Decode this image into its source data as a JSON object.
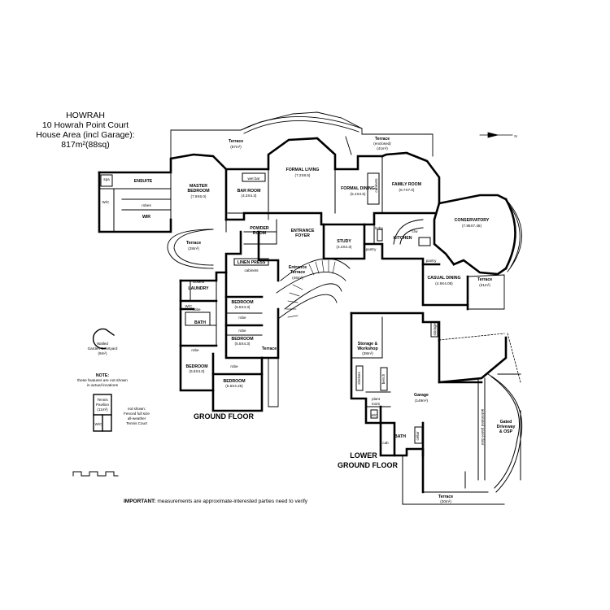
{
  "header": {
    "name": "HOWRAH",
    "address": "10 Howrah Point Court",
    "area_label": "House Area (incl Garage):",
    "area_value": "817m²(88sq)"
  },
  "compass": {
    "label": "N"
  },
  "floors": {
    "ground": "GROUND FLOOR",
    "lower_line1": "LOWER",
    "lower_line2": "GROUND FLOOR"
  },
  "rooms": {
    "terrace_top": {
      "name": "Terrace",
      "size": "(87m²)"
    },
    "terrace_enclosed": {
      "name": "Terrace",
      "sub": "(enclosed)",
      "size": "(41m²)"
    },
    "formal_living": {
      "name": "FORMAL LIVING",
      "size": "(7.2X8.5)"
    },
    "master_bedroom": {
      "name": "MASTER",
      "name2": "BEDROOM",
      "size": "(7.9X6.0)"
    },
    "ensuite": {
      "name": "ENSUITE"
    },
    "spa": {
      "name": "spa"
    },
    "wc_ensuite": {
      "name": "W/C"
    },
    "robes_ensuite": {
      "name": "robes"
    },
    "wir": {
      "name": "WIR"
    },
    "wet_bar": {
      "name": "wet bar"
    },
    "bar_room": {
      "name": "BAR ROOM",
      "size": "(4.3X4.3)"
    },
    "formal_dining": {
      "name": "FORMAL DINING",
      "size": "(5.1X4.5)"
    },
    "family_room": {
      "name": "FAMILY ROOM",
      "size": "(6.7X7.0)"
    },
    "cabinets_fd": {
      "name": "cabinets"
    },
    "powder_room": {
      "name": "POWDER",
      "name2": "ROOM"
    },
    "entrance_foyer": {
      "name": "ENTRANCE",
      "name2": "FOYER"
    },
    "study": {
      "name": "STUDY",
      "size": "(4.4X4.3)"
    },
    "kitchen": {
      "name": "KITCHEN"
    },
    "laundry_k": {
      "name": "lndry"
    },
    "pantry_k": {
      "name": "pantry"
    },
    "cpw": {
      "name": "c/w"
    },
    "conservatory": {
      "name": "CONSERVATORY",
      "size": "(7.95X7.45)"
    },
    "pantry2": {
      "name": "pantry"
    },
    "terrace_left": {
      "name": "Terrace",
      "size": "(28m²)"
    },
    "linen_press": {
      "name": "LINEN PRESS"
    },
    "cabinets_lp": {
      "name": "cabinets"
    },
    "entrance_terrace": {
      "name": "Entrance",
      "name2": "Terrace",
      "size": "(46m²)"
    },
    "casual_dining": {
      "name": "CASUAL DINING",
      "size": "(4.9X4.05)"
    },
    "terrace_right": {
      "name": "Terrace",
      "size": "(31m²)"
    },
    "closets": {
      "name": "closets"
    },
    "laundry": {
      "name": "LAUNDRY"
    },
    "wc_laundry": {
      "name": "W/C"
    },
    "bedroom1": {
      "name": "BEDROOM",
      "size": "(5.5X4.3)"
    },
    "robe1": {
      "name": "robe"
    },
    "robe2": {
      "name": "robe"
    },
    "bath_left": {
      "name": "BATH"
    },
    "bedroom2": {
      "name": "BEDROOM",
      "size": "(5.5X4.3)"
    },
    "robe3": {
      "name": "robe"
    },
    "terrace_mid": {
      "name": "Terrace"
    },
    "robe4": {
      "name": "robe"
    },
    "bedroom3": {
      "name": "BEDROOM",
      "size": "(5.6X4.0)"
    },
    "robe5": {
      "name": "robe"
    },
    "bedroom4": {
      "name": "BEDROOM",
      "size": "(5.6X4.25)"
    },
    "storage": {
      "name": "Storage &",
      "name2": "Workshop",
      "size": "(38m²)"
    },
    "storage_small": {
      "name": "storage"
    },
    "shelves": {
      "name": "shelves"
    },
    "bench": {
      "name": "bench"
    },
    "garage": {
      "name": "Garage",
      "size": "(149m²)"
    },
    "plant_room": {
      "name": "plant",
      "name2": "room"
    },
    "wc_lower": {
      "name": "W/C"
    },
    "bath_lower": {
      "name": "BATH"
    },
    "cellar": {
      "name": "cellar"
    },
    "cab_lower": {
      "name": "cab"
    },
    "automated_door": {
      "name": "automated panel door"
    },
    "gated_driveway": {
      "name": "Gated",
      "name2": "Driveway",
      "name3": "& OSP"
    },
    "terrace_bottom": {
      "name": "Terrace",
      "size": "(30m²)"
    }
  },
  "legend": {
    "courtyard": {
      "name": "Walled",
      "name2": "Garden Courtyard",
      "size": "(9m²)"
    },
    "note_title": "NOTE:",
    "note_line1": "these features are not shown",
    "note_line2": "in actual locations",
    "tennis": {
      "name": "Tennis",
      "name2": "Pavilion",
      "size": "(11m²)"
    },
    "tennis_wc": "W/C",
    "not_shown_1": "not shown:",
    "not_shown_2": "Fenced full size",
    "not_shown_3": "all-weather",
    "not_shown_4": "Tennis Court"
  },
  "footer": {
    "important_label": "IMPORTANT:",
    "important_text": " measurements are approximate-interested parties need to verify"
  }
}
